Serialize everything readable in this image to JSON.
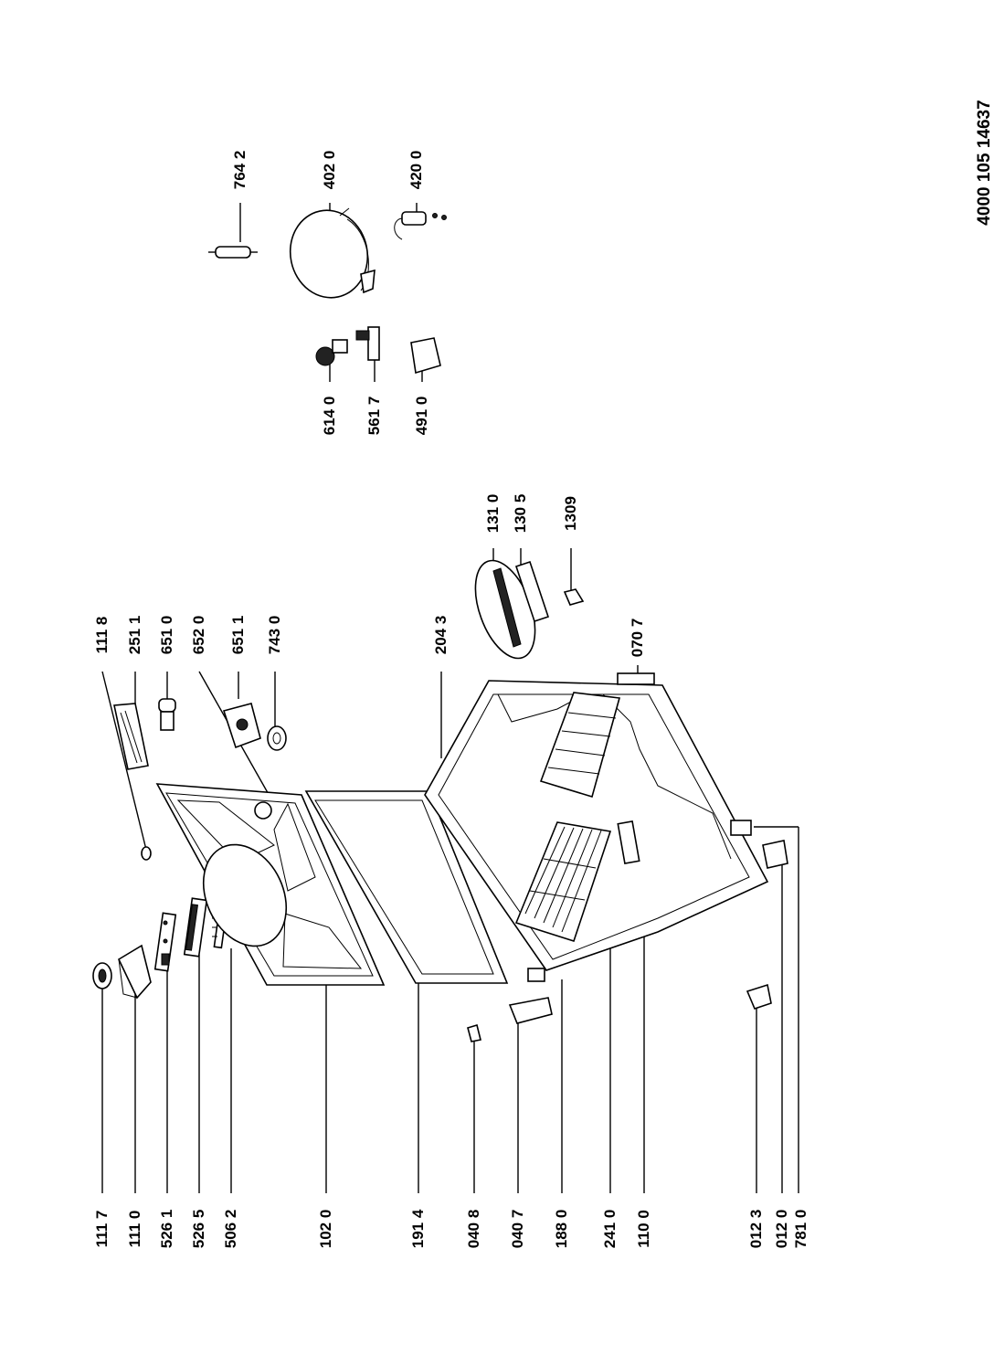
{
  "document_number": "4000 105 14637",
  "labels": {
    "l1117": "111 7",
    "l1110": "111 0",
    "l5261": "526 1",
    "l5265": "526 5",
    "l5062": "506 2",
    "l1020": "102 0",
    "l1914": "191 4",
    "l0408": "040 8",
    "l0407": "040 7",
    "l1880": "188 0",
    "l2410": "241 0",
    "l1100": "110 0",
    "l0123": "012 3",
    "l0120": "012 0",
    "l7810": "781 0",
    "l1118": "111 8",
    "l2511": "251 1",
    "l6510": "651 0",
    "l6520": "652 0",
    "l6511": "651 1",
    "l7430": "743 0",
    "l2043": "204 3",
    "l0707": "070 7",
    "l1310": "131 0",
    "l1305": "130 5",
    "l1309": "1309",
    "l6140": "614 0",
    "l5617": "561 7",
    "l4910": "491 0",
    "l7642": "764 2",
    "l4020": "402 0",
    "l4200": "420 0"
  }
}
